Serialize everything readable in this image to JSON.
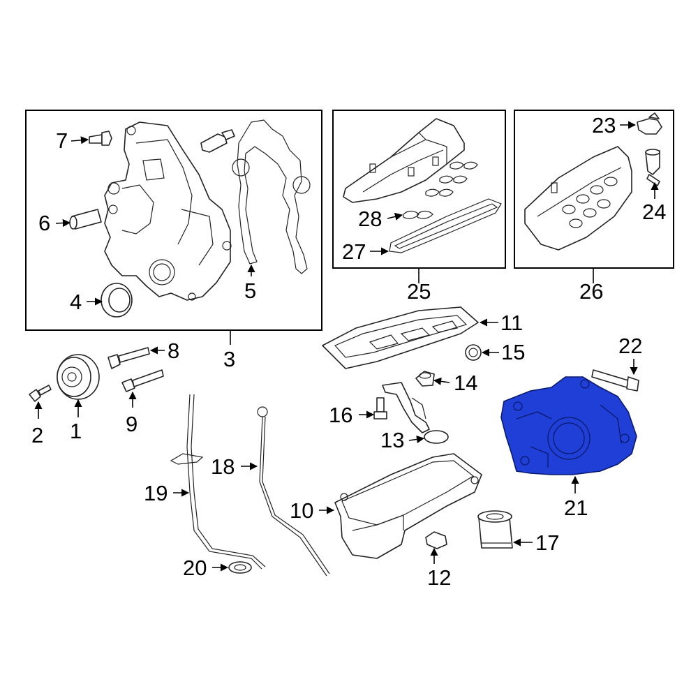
{
  "diagram": {
    "callouts": {
      "c1": "1",
      "c2": "2",
      "c3": "3",
      "c4": "4",
      "c5": "5",
      "c6": "6",
      "c7": "7",
      "c8": "8",
      "c9": "9",
      "c10": "10",
      "c11": "11",
      "c12": "12",
      "c13": "13",
      "c14": "14",
      "c15": "15",
      "c16": "16",
      "c17": "17",
      "c18": "18",
      "c19": "19",
      "c20": "20",
      "c21": "21",
      "c22": "22",
      "c23": "23",
      "c24": "24",
      "c25": "25",
      "c26": "26",
      "c27": "27",
      "c28": "28"
    },
    "highlighted_part": "21",
    "colors": {
      "highlight": "#1f3fd6",
      "line": "#222222",
      "background": "#ffffff"
    }
  }
}
